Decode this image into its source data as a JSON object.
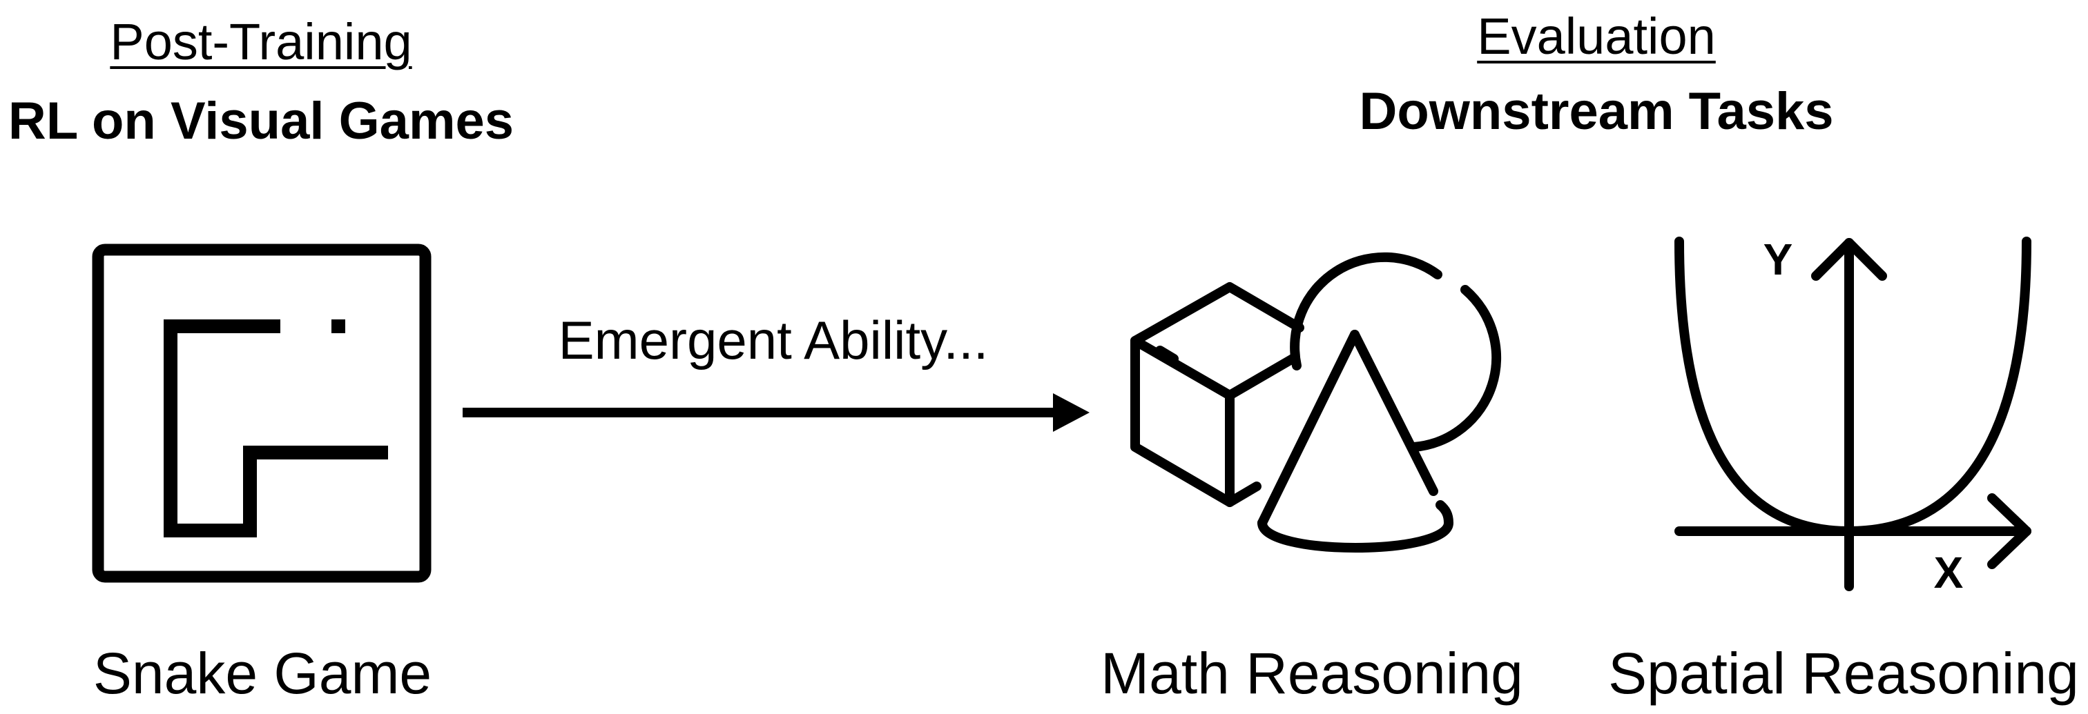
{
  "left_section": {
    "heading": "Post-Training",
    "title": "RL on Visual Games",
    "caption": "Snake Game"
  },
  "right_section": {
    "heading": "Evaluation",
    "title": "Downstream Tasks",
    "captions": {
      "math": "Math Reasoning",
      "spatial": "Spatial Reasoning"
    }
  },
  "arrow": {
    "label": "Emergent Ability..."
  },
  "axes": {
    "y_label": "Y",
    "x_label": "X"
  },
  "icons": [
    "snake-game-icon",
    "geometry-shapes-icon",
    "parabola-graph-icon",
    "arrow-right-icon"
  ]
}
